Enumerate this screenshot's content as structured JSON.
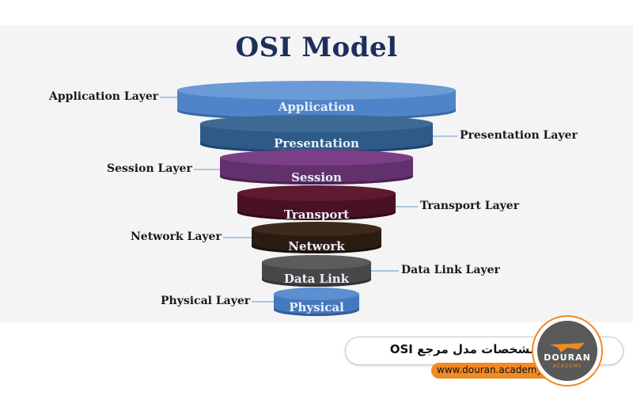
{
  "title": "OSI Model",
  "layers": [
    {
      "name": "Application",
      "side_label": "Application Layer",
      "side": "left",
      "top_color": "#6a9bd6",
      "body_color": "#4f85c8",
      "rim_color": "#3a6aa8"
    },
    {
      "name": "Presentation",
      "side_label": "Presentation Layer",
      "side": "right",
      "top_color": "#3e6a96",
      "body_color": "#2e5a88",
      "rim_color": "#1f4470"
    },
    {
      "name": "Session",
      "side_label": "Session Layer",
      "side": "left",
      "top_color": "#7a3f86",
      "body_color": "#63306e",
      "rim_color": "#4a2253"
    },
    {
      "name": "Transport",
      "side_label": "Transport Layer",
      "side": "right",
      "top_color": "#5e1a30",
      "body_color": "#4a1024",
      "rim_color": "#340a18"
    },
    {
      "name": "Network",
      "side_label": "Network Layer",
      "side": "left",
      "top_color": "#3d2a1c",
      "body_color": "#2b1c12",
      "rim_color": "#1c120b"
    },
    {
      "name": "Data Link",
      "side_label": "Data Link Layer",
      "side": "right",
      "top_color": "#5c5c5c",
      "body_color": "#474747",
      "rim_color": "#333333"
    },
    {
      "name": "Physical",
      "side_label": "Physical Layer",
      "side": "left",
      "top_color": "#5b8fd0",
      "body_color": "#4579bd",
      "rim_color": "#325e99"
    }
  ],
  "caption": "مشخصات مدل مرجع OSI",
  "url": "www.douran.academy",
  "logo": {
    "name": "DOURAN",
    "sub": "ACADEMY"
  },
  "colors": {
    "title": "#1f2f5c",
    "connector": "#7fa6d6",
    "accent": "#f08a24"
  }
}
